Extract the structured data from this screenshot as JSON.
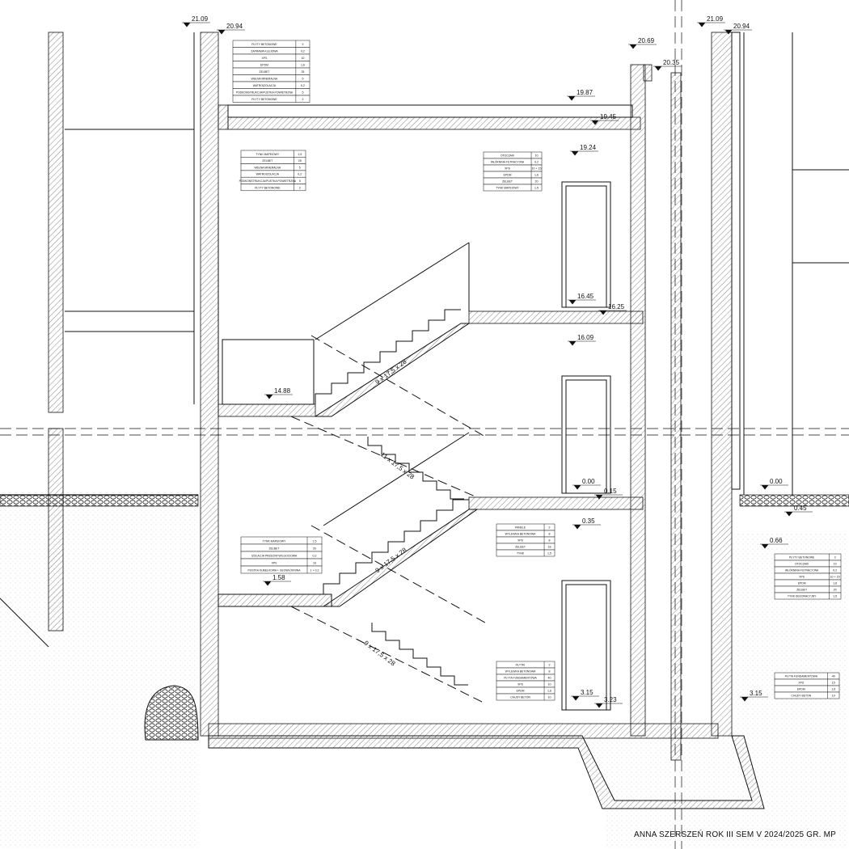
{
  "drawing": {
    "footer": "ANNA SZERSZEŃ ROK III SEM V 2024/2025 GR. MP",
    "colors": {
      "line": "#111111",
      "hatch": "#555555",
      "ground": "#cfcfcf"
    },
    "levels": [
      "21.09",
      "20.94",
      "21.09",
      "20.94",
      "20.69",
      "20.35",
      "19.87",
      "19.45",
      "19.24",
      "16.45",
      "16.25",
      "16.09",
      "14.88",
      "0.00",
      "0.15",
      "0.35",
      "0.00",
      "0.45",
      "0.66",
      "1.58",
      "3.15",
      "3.23",
      "3.15"
    ],
    "stair_labels": [
      "9 x 17,5 x 28",
      "11 x 17,5 x 28",
      "9 x 17,5 x 28",
      "9 x 17,5 x 28"
    ],
    "tables": [
      {
        "rows": [
          [
            "PŁYTY BETONOWE",
            "2"
          ],
          [
            "ZAPRAWA KLEJOWA",
            "0,2"
          ],
          [
            "XPS",
            "10"
          ],
          [
            "EPDM",
            "1,6"
          ],
          [
            "ŻELBET",
            "25"
          ],
          [
            "WEŁNA MINERALNA",
            "5"
          ],
          [
            "WATROIZOLACJA",
            "0,2"
          ],
          [
            "PODKONSTRUKCJA/PUSTKA POWIETRZNA",
            "5"
          ],
          [
            "PŁYTY BETONOWE",
            "2"
          ]
        ]
      },
      {
        "rows": [
          [
            "TYNK MAPEIOWY",
            "1,5"
          ],
          [
            "ŻELBET",
            "25"
          ],
          [
            "WEŁNA MINERALNA",
            "5"
          ],
          [
            "WATROIZOLACJA",
            "0,2"
          ],
          [
            "PODKONSTRUKCJA/PUSTKA POWIETRZNA",
            "5"
          ],
          [
            "PŁYTY BETONOWE",
            "2"
          ]
        ]
      },
      {
        "rows": [
          [
            "OTOCZAKI",
            "10"
          ],
          [
            "WŁÓKNINA FILTRACYJNA",
            "0,2"
          ],
          [
            "XPS",
            "10 + 15"
          ],
          [
            "EPDM",
            "1,6"
          ],
          [
            "ŻELBET",
            "20"
          ],
          [
            "TYNK MAPEIOWY",
            "1,5"
          ]
        ]
      },
      {
        "rows": [
          [
            "TYNK MAPEIOWY",
            "1,5"
          ],
          [
            "ŻELBET",
            "20"
          ],
          [
            "IZOLACJA PRZECIW WILGOCIOWA",
            "0,2"
          ],
          [
            "XPS",
            "10"
          ],
          [
            "PUSTKA KUBEŁKOWA + GEOWŁÓKNINA",
            "1 + 0,2"
          ]
        ]
      },
      {
        "rows": [
          [
            "PANELE",
            "2"
          ],
          [
            "WYLEWKA BETONOWA",
            "8"
          ],
          [
            "XPS",
            "8"
          ],
          [
            "ŻELBET",
            "18"
          ],
          [
            "TYNK",
            "1,5"
          ]
        ]
      },
      {
        "rows": [
          [
            "PŁYTY BETONOWE",
            "3"
          ],
          [
            "OTOCZAKI",
            "10"
          ],
          [
            "WŁÓKNINA FILTRACYJNA",
            "0,2"
          ],
          [
            "XPS",
            "10 + 15"
          ],
          [
            "EPDM",
            "1,6"
          ],
          [
            "ŻELBET",
            "20"
          ],
          [
            "TYNK DEKORACYJNY",
            "1,5"
          ]
        ]
      },
      {
        "rows": [
          [
            "PŁYTKI",
            "2"
          ],
          [
            "WYLEWKA BETONOWA",
            "8"
          ],
          [
            "PŁYTA FUNDAMENTOWA",
            "40"
          ],
          [
            "XPS",
            "10"
          ],
          [
            "EPDM",
            "1,6"
          ],
          [
            "CHUDY BETON",
            "10"
          ]
        ]
      },
      {
        "rows": [
          [
            "PŁYTA FUNDAMENTOWA",
            "40"
          ],
          [
            "XPS",
            "15"
          ],
          [
            "EPDM",
            "1,6"
          ],
          [
            "CHUDY BETON",
            "10"
          ]
        ]
      }
    ]
  }
}
